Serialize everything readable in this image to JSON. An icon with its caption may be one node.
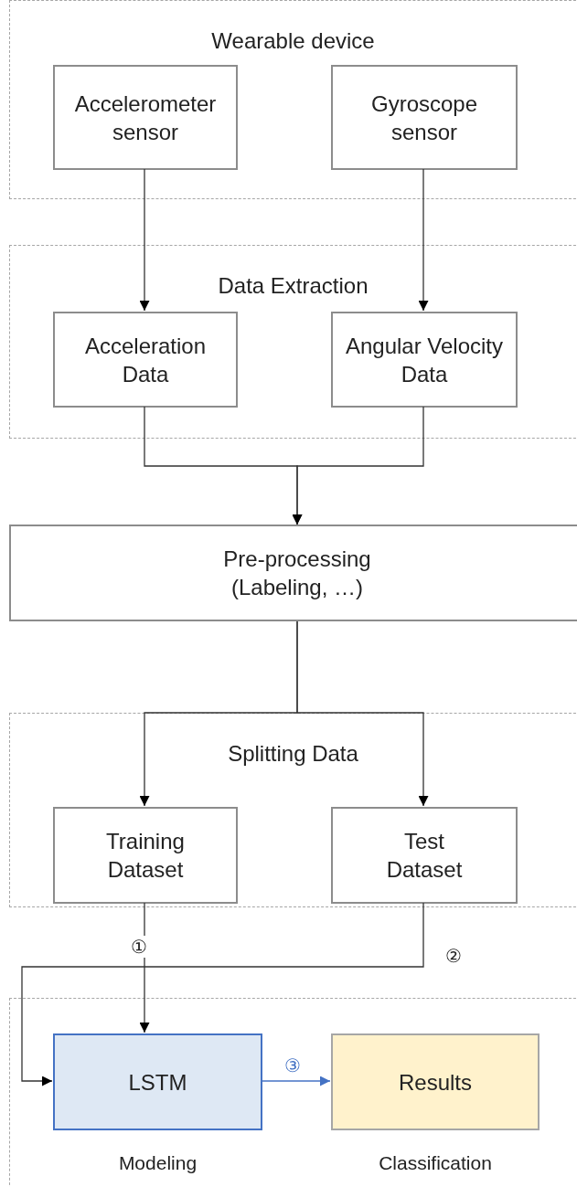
{
  "diagram": {
    "nodes": [
      {
        "text": [
          "Wearable device"
        ]
      },
      {
        "text": [
          "Accelerometer sensor"
        ],
        "in": 0
      },
      {
        "text": [
          "Gyroscope sensor"
        ],
        "in": 0
      },
      {
        "text": [
          "Data Extraction"
        ]
      },
      {
        "text": [
          "Acceleration Data"
        ],
        "in": 3
      },
      {
        "text": [
          "Angular Velocity Data"
        ],
        "in": 3
      },
      {
        "text": [
          "Pre-processing",
          "(Labeling, …)"
        ]
      },
      {
        "text": [
          "Splitting Data"
        ]
      },
      {
        "text": [
          "Training Dataset"
        ],
        "in": 7
      },
      {
        "text": [
          "Test Dataset"
        ],
        "in": 7
      },
      {
        "text": [],
        "shape": "box"
      },
      {
        "text": [
          "LSTM"
        ],
        "in": 10,
        "beside": [
          "Modeling"
        ]
      },
      {
        "text": [
          "Results"
        ],
        "in": 10,
        "beside": [
          "Classification"
        ]
      }
    ],
    "edges": [
      {
        "from": 1,
        "to": 4,
        "arrow": "to"
      },
      {
        "from": 2,
        "to": 5,
        "arrow": "to"
      },
      {
        "from": 4,
        "to": 6,
        "arrow": "to"
      },
      {
        "from": 5,
        "to": 6,
        "arrow": "to"
      },
      {
        "from": 6,
        "to": 8,
        "arrow": "to"
      },
      {
        "from": 6,
        "to": 9,
        "arrow": "to"
      },
      {
        "from": 8,
        "to": 11,
        "arrow": "to",
        "label": "①"
      },
      {
        "from": 9,
        "to": 11,
        "arrow": "to",
        "label": "②"
      },
      {
        "from": 11,
        "to": 12,
        "arrow": "to",
        "label": "③",
        "color": "#4472c4"
      }
    ]
  }
}
